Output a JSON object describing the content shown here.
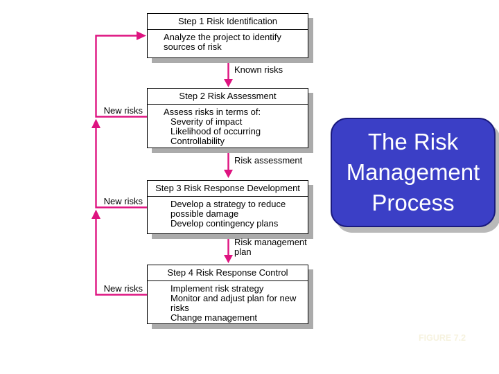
{
  "slide_title": {
    "line1": "The Risk",
    "line2": "Management",
    "line3": "Process"
  },
  "watermark": "FIGURE 7.2",
  "steps": [
    {
      "header": "Step 1 Risk Identification",
      "lines": [
        "Analyze the project to identify sources of risk"
      ]
    },
    {
      "header": "Step 2 Risk Assessment",
      "intro": "Assess risks in terms of:",
      "items": [
        "Severity of impact",
        "Likelihood of occurring",
        "Controllability"
      ]
    },
    {
      "header": "Step 3 Risk Response Development",
      "lines": [
        "Develop a strategy to reduce possible damage",
        "Develop contingency plans"
      ]
    },
    {
      "header": "Step 4 Risk Response Control",
      "lines": [
        "Implement risk strategy",
        "Monitor and adjust plan for new risks",
        "Change management"
      ]
    }
  ],
  "flow_labels": {
    "step1_to_2": "Known risks",
    "step2_to_3": "Risk assessment",
    "step3_to_4": "Risk management plan"
  },
  "feedback_labels": {
    "into_step1": "New risks",
    "into_step2_junction": "New risks",
    "into_step3_junction": "New risks"
  },
  "colors": {
    "arrow": "#DE1380",
    "box_fill": "#FFFFFF",
    "box_border": "#000000",
    "box_shadow": "#ABABAB",
    "title_box_fill": "#3B3FC6",
    "title_box_border": "#1A1A7E",
    "title_text": "#FFFFFF"
  }
}
